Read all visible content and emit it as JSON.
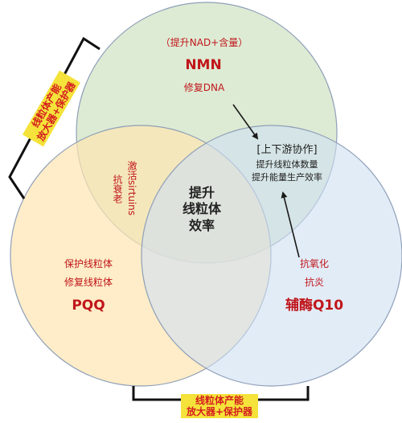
{
  "colors": {
    "circle_top": "#d8e8cc",
    "circle_left": "#fde6b0",
    "circle_right": "#cfdff2",
    "accent_red": "#c0161b",
    "tag_bg": "#f5e23a",
    "tag_text": "#d41e1e"
  },
  "top_circle": {
    "line1": "（提升NAD+含量）",
    "name": "NMN",
    "line2": "修复DNA"
  },
  "overlap_top_left": {
    "line1": "激活sirtuins",
    "line2": "抗衰老"
  },
  "center": {
    "line1": "提升",
    "line2": "线粒体",
    "line3": "效率"
  },
  "overlap_top_right": {
    "line1": "[上下游协作]",
    "line2": "提升线粒体数量",
    "line3": "提升能量生产效率"
  },
  "left_circle": {
    "line1": "保护线粒体",
    "line2": "修复线粒体",
    "name": "PQQ"
  },
  "right_circle": {
    "line1": "抗氧化",
    "line2": "抗炎",
    "name": "辅酶Q10"
  },
  "tag_left": {
    "line1": "线粒体产能",
    "line2": "放大器+保护器"
  },
  "tag_bottom": {
    "line1": "线粒体产能",
    "line2": "放大器+保护器"
  }
}
